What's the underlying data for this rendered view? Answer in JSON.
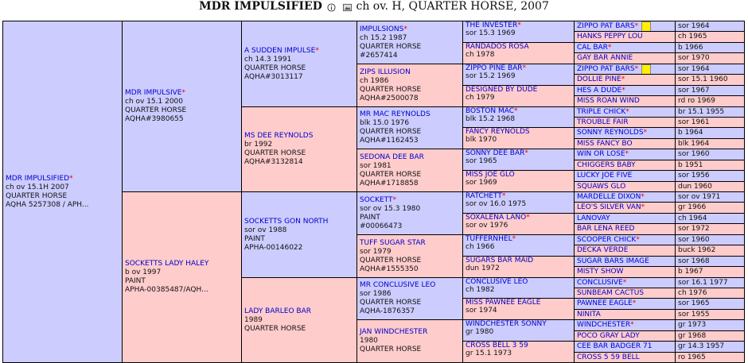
{
  "header": {
    "title": "MDR IMPULSIFIED",
    "subtitle": "ch ov. H, QUARTER HORSE, 2007"
  },
  "pedigree": {
    "g1": [
      {
        "name": "MDR IMPULSIFIED",
        "star": true,
        "lines": [
          "ch ov 15.1H 2007",
          "QUARTER HORSE",
          "AQHA 5257308 / APH..."
        ]
      }
    ],
    "g2": [
      {
        "name": "MDR IMPULSIVE",
        "star": true,
        "lines": [
          "ch ov 15.1 2000",
          "QUARTER HORSE",
          "AQHA#3980655"
        ]
      },
      {
        "name": "SOCKETTS LADY HALEY",
        "star": false,
        "lines": [
          "b ov 1997",
          "PAINT",
          "APHA-00385487/AQH..."
        ]
      }
    ],
    "g3": [
      {
        "name": "A SUDDEN IMPULSE",
        "star": true,
        "lines": [
          "ch 14.3 1991",
          "QUARTER HORSE",
          "AQHA#3013117"
        ]
      },
      {
        "name": "MS DEE REYNOLDS",
        "star": false,
        "lines": [
          "br 1992",
          "QUARTER HORSE",
          "AQHA#3132814"
        ]
      },
      {
        "name": "SOCKETTS GON NORTH",
        "star": false,
        "lines": [
          "sor ov 1988",
          "PAINT",
          "APHA-00146022"
        ]
      },
      {
        "name": "LADY BARLEO BAR",
        "star": false,
        "lines": [
          "1989",
          "QUARTER HORSE"
        ]
      }
    ],
    "g4": [
      {
        "name": "IMPULSIONS",
        "star": true,
        "lines": [
          "ch 15.2 1987",
          "QUARTER HORSE",
          "#2657414"
        ]
      },
      {
        "name": "ZIPS ILLUSION",
        "star": false,
        "lines": [
          "ch 1986",
          "QUARTER HORSE",
          "AQHA#2500078"
        ]
      },
      {
        "name": "MR MAC REYNOLDS",
        "star": false,
        "lines": [
          "blk 15.0 1976",
          "QUARTER HORSE",
          "AQHA#1162453"
        ]
      },
      {
        "name": "SEDONA DEE BAR",
        "star": false,
        "lines": [
          "sor 1981",
          "QUARTER HORSE",
          "AQHA#1718858"
        ]
      },
      {
        "name": "SOCKETT",
        "star": true,
        "lines": [
          "sor ov 15.3 1980",
          "PAINT",
          "#00066473"
        ]
      },
      {
        "name": "TUFF SUGAR STAR",
        "star": false,
        "lines": [
          "sor 1979",
          "QUARTER HORSE",
          "AQHA#1555350"
        ]
      },
      {
        "name": "MR CONCLUSIVE LEO",
        "star": false,
        "lines": [
          "sor 1986",
          "QUARTER HORSE",
          "AQHA-1876357"
        ]
      },
      {
        "name": "JAN WINDCHESTER",
        "star": false,
        "lines": [
          "1980",
          "QUARTER HORSE"
        ]
      }
    ],
    "g5": [
      {
        "name": "THE INVESTER",
        "star": true,
        "lines": [
          "sor 15.3 1969"
        ]
      },
      {
        "name": "RANDADOS ROSA",
        "star": false,
        "lines": [
          "ch 1978"
        ]
      },
      {
        "name": "ZIPPO PINE BAR",
        "star": true,
        "lines": [
          "sor 15.2 1969"
        ]
      },
      {
        "name": "DESIGNED BY DUDE",
        "star": false,
        "lines": [
          "ch 1979"
        ]
      },
      {
        "name": "BOSTON MAC",
        "star": true,
        "lines": [
          "blk 15.2 1968"
        ]
      },
      {
        "name": "FANCY REYNOLDS",
        "star": false,
        "lines": [
          "blk 1970"
        ]
      },
      {
        "name": "SONNY DEE BAR",
        "star": true,
        "lines": [
          "sor 1965"
        ]
      },
      {
        "name": "MISS JOE GLO",
        "star": false,
        "lines": [
          "sor 1969"
        ]
      },
      {
        "name": "RATCHETT",
        "star": true,
        "lines": [
          "sor ov 16.0 1975"
        ]
      },
      {
        "name": "SOXALENA LANO",
        "star": true,
        "lines": [
          "sor ov 1976"
        ]
      },
      {
        "name": "TUFFERNHEL",
        "star": true,
        "lines": [
          "ch 1966"
        ]
      },
      {
        "name": "SUGARS BAR MAID",
        "star": false,
        "lines": [
          "dun 1972"
        ]
      },
      {
        "name": "CONCLUSIVE LEO",
        "star": false,
        "lines": [
          "ch 1982"
        ]
      },
      {
        "name": "MISS PAWNEE EAGLE",
        "star": false,
        "lines": [
          "sor 1974"
        ]
      },
      {
        "name": "WINDCHESTER SONNY",
        "star": false,
        "lines": [
          "gr 1980"
        ]
      },
      {
        "name": "CROSS BELL 3 59",
        "star": false,
        "lines": [
          "gr 15.1 1973"
        ]
      }
    ],
    "g6": [
      {
        "name": "ZIPPO PAT BARS",
        "star": true,
        "flag": true,
        "info": "sor 1964"
      },
      {
        "name": "HANKS PEPPY LOU",
        "star": false,
        "info": "ch 1965"
      },
      {
        "name": "CAL BAR",
        "star": true,
        "info": "b 1966"
      },
      {
        "name": "GAY BAR ANNIE",
        "star": false,
        "info": "sor 1970"
      },
      {
        "name": "ZIPPO PAT BARS",
        "star": true,
        "flag": true,
        "info": "sor 1964"
      },
      {
        "name": "DOLLIE PINE",
        "star": true,
        "info": "sor 15.1 1960"
      },
      {
        "name": "HES A DUDE",
        "star": true,
        "info": "sor 1967"
      },
      {
        "name": "MISS ROAN WIND",
        "star": false,
        "info": "rd ro 1969"
      },
      {
        "name": "TRIPLE CHICK",
        "star": true,
        "info": "br 15.1 1955"
      },
      {
        "name": "TROUBLE FAIR",
        "star": false,
        "info": "sor 1961"
      },
      {
        "name": "SONNY REYNOLDS",
        "star": true,
        "info": "b 1964"
      },
      {
        "name": "MISS FANCY BO",
        "star": false,
        "info": "blk 1964"
      },
      {
        "name": "WIN OR LOSE",
        "star": true,
        "info": "sor 1960"
      },
      {
        "name": "CHIGGERS BABY",
        "star": false,
        "info": "b 1951"
      },
      {
        "name": "LUCKY JOE FIVE",
        "star": false,
        "info": "sor 1956"
      },
      {
        "name": "SQUAWS GLO",
        "star": false,
        "info": "dun 1960"
      },
      {
        "name": "MARDELLE DIXON",
        "star": true,
        "info": "sor ov 1971"
      },
      {
        "name": "LEO'S SILVER VAN",
        "star": true,
        "info": "gr 1966"
      },
      {
        "name": "LANOVAY",
        "star": false,
        "info": "ch 1964"
      },
      {
        "name": "BAR LENA REED",
        "star": false,
        "info": "sor 1972"
      },
      {
        "name": "SCOOPER CHICK",
        "star": true,
        "info": "sor 1960"
      },
      {
        "name": "DECKA VERDE",
        "star": false,
        "info": "buck 1962"
      },
      {
        "name": "SUGAR BARS IMAGE",
        "star": false,
        "info": "sor 1968"
      },
      {
        "name": "MISTY SHOW",
        "star": false,
        "info": "b 1967"
      },
      {
        "name": "CONCLUSIVE",
        "star": true,
        "info": "sor 16.1 1977"
      },
      {
        "name": "SUNBEAM CACTUS",
        "star": false,
        "info": "ch 1976"
      },
      {
        "name": "PAWNEE EAGLE",
        "star": true,
        "info": "sor 1965"
      },
      {
        "name": "NINITA",
        "star": false,
        "info": "sor 1955"
      },
      {
        "name": "WINDCHESTER",
        "star": true,
        "info": "gr 1973"
      },
      {
        "name": "POCO GRAY LADY",
        "star": false,
        "info": "gr 1968"
      },
      {
        "name": "CEE BAR BADGER 71",
        "star": false,
        "info": "gr 14.3 1957"
      },
      {
        "name": "CROSS 5 59 BELL",
        "star": false,
        "info": "ro 1965"
      }
    ]
  }
}
